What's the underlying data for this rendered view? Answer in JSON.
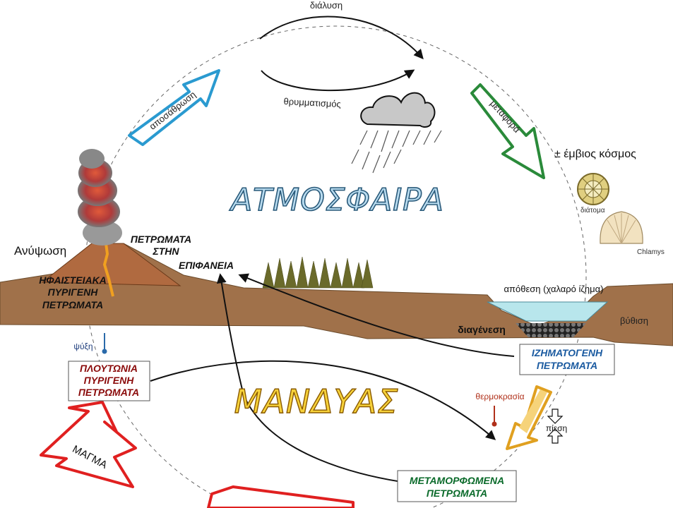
{
  "labels": {
    "dialysi": "διάλυση",
    "thrymmatismos": "θρυμματισμός",
    "apothrosi": "αποσάθρωση",
    "metafora": "μεταφορά",
    "emvios": "± έμβιος κόσμος",
    "diatoma": "διάτομα",
    "chlamys": "Chlamys",
    "atmosfaira": "ΑΤΜΟΣΦΑΙΡΑ",
    "anypsosi": "Ανύψωση",
    "epifaneia": [
      "ΠΕΤΡΩΜΑΤΑ",
      "ΣΤΗΝ",
      "ΕΠΙΦΑΝΕΙΑ"
    ],
    "hfaisteiaka": [
      "ΗΦΑΙΣΤΕΙΑΚΑ",
      "ΠΥΡΙΓΕΝΗ",
      "ΠΕΤΡΩΜΑΤΑ"
    ],
    "apothesi": "απόθεση (χαλαρό ίζημα)",
    "vythisi": "βύθιση",
    "diagenesi": "διαγένεση",
    "psyxi": "ψύξη",
    "izimatogeni": [
      "ΙΖΗΜΑΤΟΓΕΝΗ",
      "ΠΕΤΡΩΜΑΤΑ"
    ],
    "ploutonia": [
      "ΠΛΟΥΤΩΝΙΑ",
      "ΠΥΡΙΓΕΝΗ",
      "ΠΕΤΡΩΜΑΤΑ"
    ],
    "mandyas": "ΜΑΝΔΥΑΣ",
    "thermokrasia": "θερμοκρασία",
    "piesi": "πίεση",
    "magma": "ΜΑΓΜΑ",
    "metamorfomena": [
      "ΜΕΤΑΜΟΡΦΩΜΕΝΑ",
      "ΠΕΤΡΩΜΑΤΑ"
    ]
  },
  "colors": {
    "ground": "#a0714a",
    "water": "#b8e6ec",
    "forest": "#6a6a2a",
    "weathering_arrow": "#2a9ad0",
    "transport_arrow": "#2a8a3a",
    "magma_arrow": "#e02020",
    "metamorphic_arrow": "#e0a020",
    "igneous_text": "#8a0a0a",
    "sedimentary_text": "#1a5aa0",
    "metamorphic_text": "#0a6a2a"
  }
}
